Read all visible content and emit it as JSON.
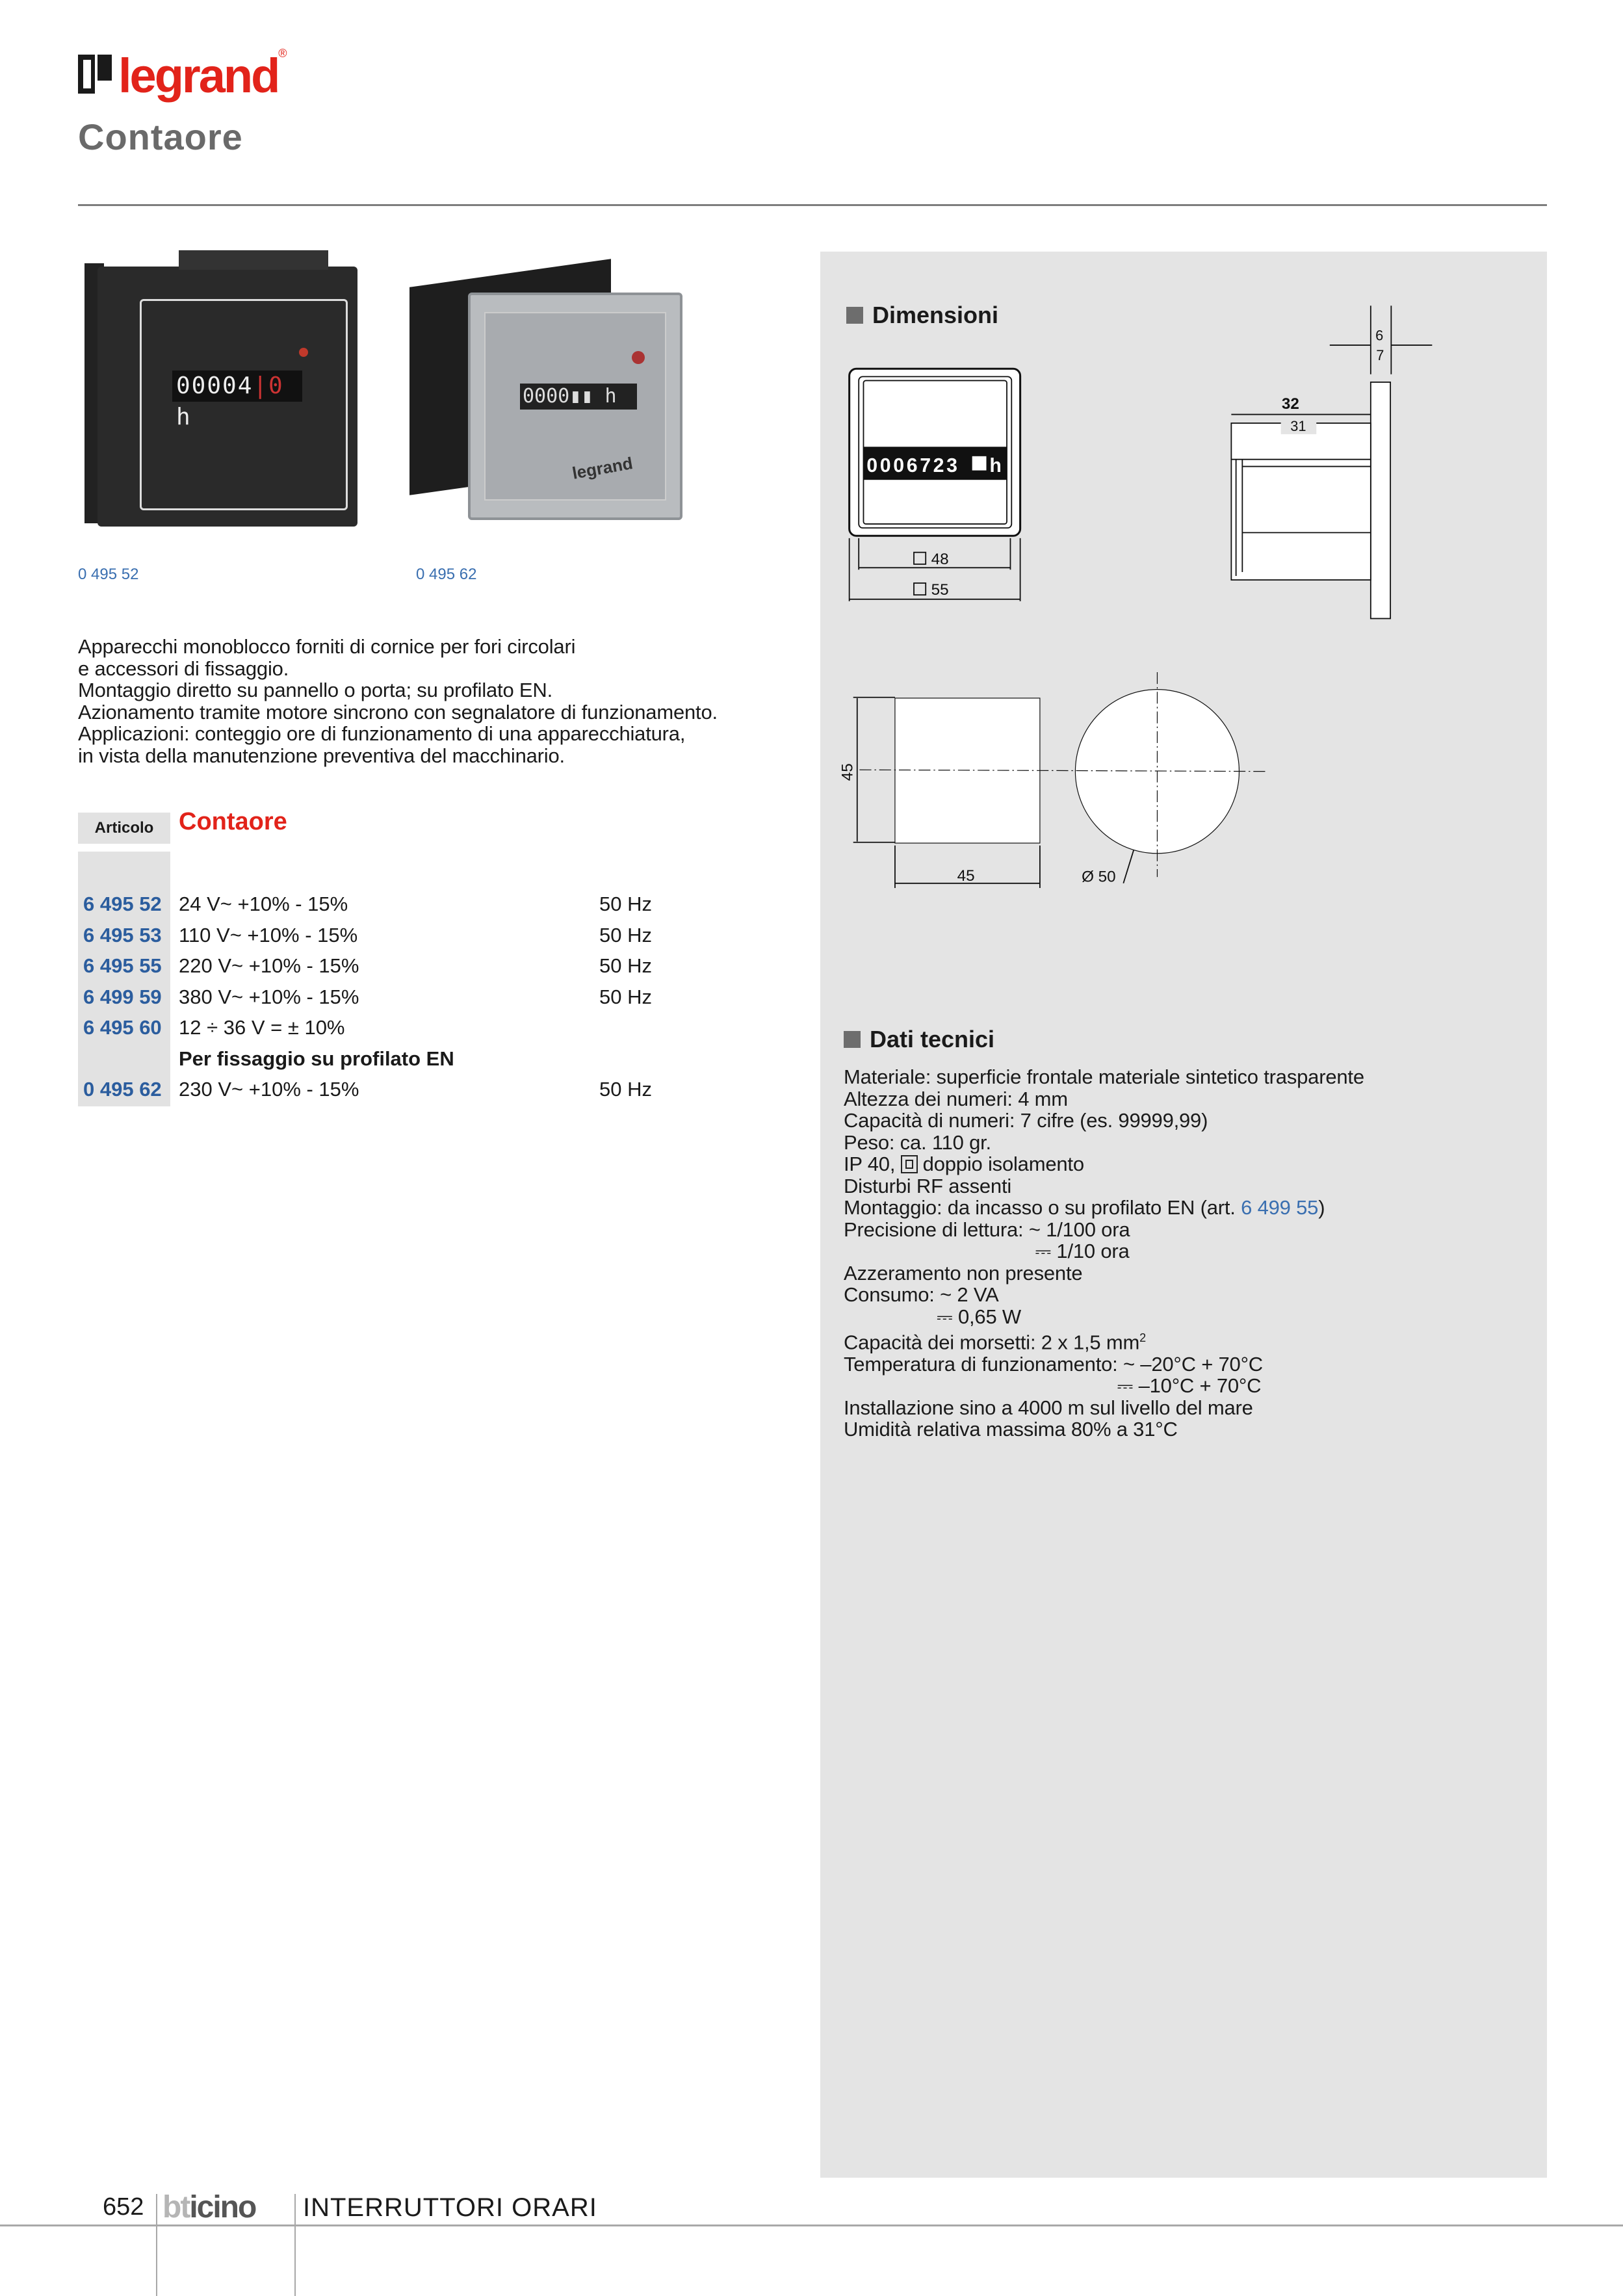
{
  "header": {
    "brand": "legrand",
    "title": "Contaore"
  },
  "products": [
    {
      "code": "0 495 52",
      "display": "00004",
      "display_suffix": "h"
    },
    {
      "code": "0 495 62",
      "display": "0000",
      "display_suffix": "h",
      "brand": "legrand"
    }
  ],
  "description": [
    "Apparecchi monoblocco forniti di cornice per fori circolari",
    "e accessori di fissaggio.",
    "Montaggio diretto su pannello o porta; su profilato EN.",
    "Azionamento tramite motore sincrono con segnalatore di funzionamento.",
    "Applicazioni: conteggio ore di funzionamento di una apparecchiatura,",
    "in vista della manutenzione preventiva del macchinario."
  ],
  "table": {
    "col_header": "Articolo",
    "section_title": "Contaore",
    "rows": [
      {
        "code": "6 495 52",
        "desc": "24 V~ +10% - 15%",
        "freq": "50 Hz"
      },
      {
        "code": "6 495 53",
        "desc": "110 V~ +10% - 15%",
        "freq": "50 Hz"
      },
      {
        "code": "6 495 55",
        "desc": "220 V~ +10% - 15%",
        "freq": "50 Hz"
      },
      {
        "code": "6 499 59",
        "desc": "380 V~ +10% - 15%",
        "freq": "50 Hz"
      },
      {
        "code": "6 495 60",
        "desc": "12 ÷ 36 V = ± 10%",
        "freq": ""
      }
    ],
    "subheading": "Per fissaggio su profilato EN",
    "rows2": [
      {
        "code": "0 495 62",
        "desc": "230 V~  +10% - 15%",
        "freq": "50 Hz"
      }
    ]
  },
  "dimensions": {
    "title": "Dimensioni",
    "counter_display": "0006723",
    "counter_unit": "h",
    "labels": {
      "front_inner": "48",
      "front_outer": "55",
      "depth_top": "32",
      "depth_inner": "31",
      "flange_a": "6",
      "flange_b": "7",
      "cutout_h": "45",
      "cutout_w": "45",
      "cutout_d": "Ø 50"
    }
  },
  "tech": {
    "title": "Dati tecnici",
    "lines": [
      "Materiale: superficie frontale materiale sintetico trasparente",
      "Altezza dei numeri: 4 mm",
      "Capacità di numeri: 7 cifre (es. 99999,99)",
      "Peso: ca. 110 gr.",
      "IP 40, ",
      "Disturbi RF assenti",
      "Montaggio: da incasso o su profilato EN (art. ",
      "Precisione di lettura: ~ 1/100 ora",
      "                                   ⎓ 1/10 ora",
      "Azzeramento non presente",
      "Consumo: ~ 2 VA",
      "                 ⎓ 0,65 W",
      "Capacità dei morsetti: 2 x 1,5 mm",
      "Temperatura di funzionamento: ~ –20°C + 70°C",
      "                                                  ⎓ –10°C + 70°C",
      "Installazione sino a 4000 m sul livello del mare",
      "Umidità relativa massima 80% a 31°C"
    ],
    "ip_suffix": "doppio isolamento",
    "link_code": "6 499 55",
    "link_close": ")",
    "superscript": "2"
  },
  "footer": {
    "page": "652",
    "brand_a": "bt",
    "brand_b": "icino",
    "section": "INTERRUTTORI ORARI"
  }
}
